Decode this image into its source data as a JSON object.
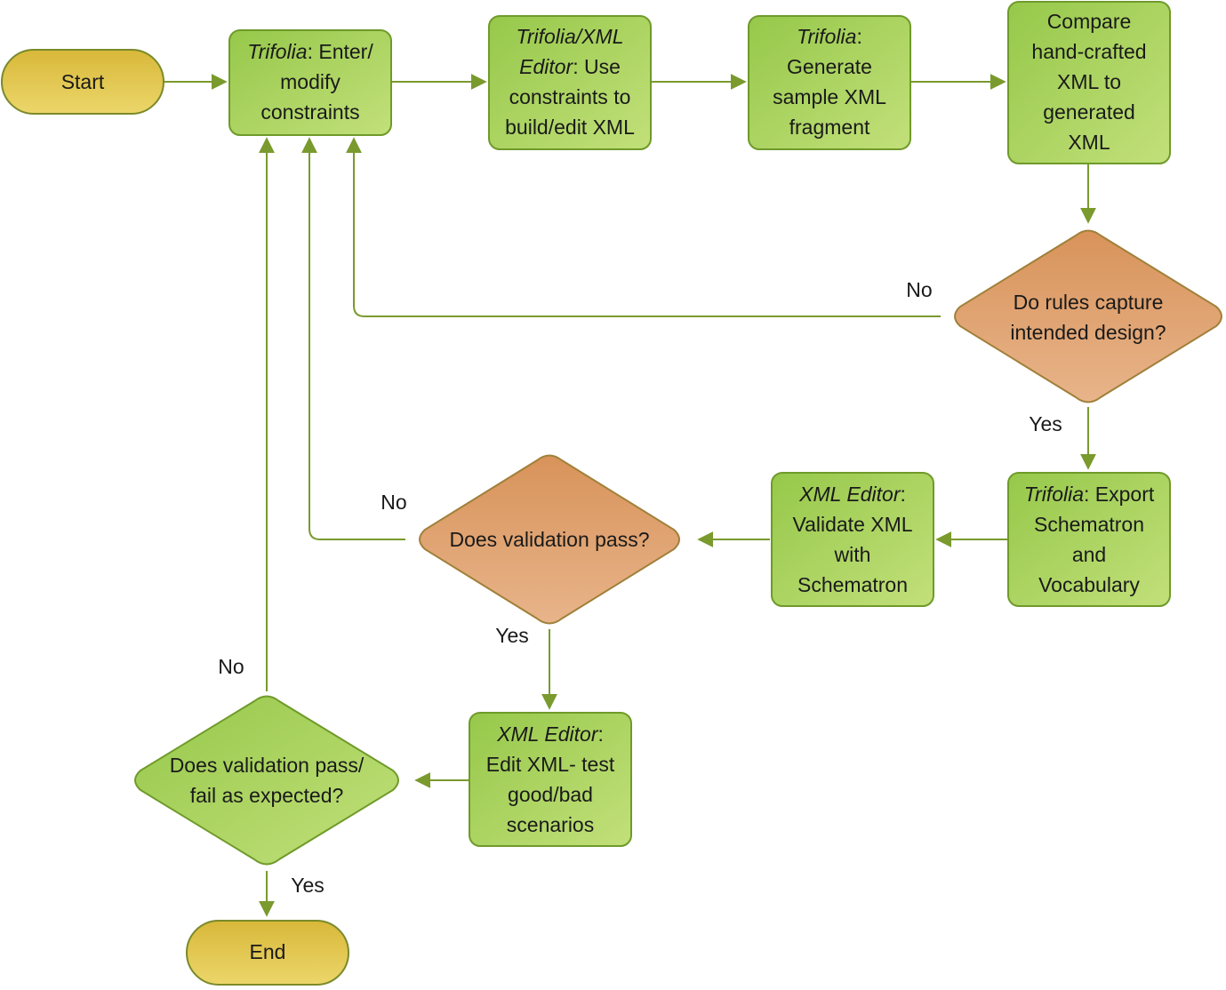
{
  "colors": {
    "process_fill": "#a6d05a",
    "process_stroke": "#6f9a2a",
    "terminal_fill": "#dcc03c",
    "decision_fill": "#dba06c",
    "connector": "#7a9a2e"
  },
  "nodes": {
    "start": {
      "label": "Start"
    },
    "enter_constraints": {
      "lines": [
        [
          {
            "t": "Trifolia",
            "i": true
          },
          {
            "t": ": Enter/",
            "i": false
          }
        ],
        [
          {
            "t": "modify",
            "i": false
          }
        ],
        [
          {
            "t": "constraints",
            "i": false
          }
        ]
      ]
    },
    "use_constraints": {
      "lines": [
        [
          {
            "t": "Trifolia/XML",
            "i": true
          }
        ],
        [
          {
            "t": "Editor",
            "i": true
          },
          {
            "t": ": Use",
            "i": false
          }
        ],
        [
          {
            "t": "constraints to",
            "i": false
          }
        ],
        [
          {
            "t": "build/edit XML",
            "i": false
          }
        ]
      ]
    },
    "generate_sample": {
      "lines": [
        [
          {
            "t": "Trifolia",
            "i": true
          },
          {
            "t": ":",
            "i": false
          }
        ],
        [
          {
            "t": "Generate",
            "i": false
          }
        ],
        [
          {
            "t": "sample XML",
            "i": false
          }
        ],
        [
          {
            "t": "fragment",
            "i": false
          }
        ]
      ]
    },
    "compare_xml": {
      "lines": [
        [
          {
            "t": "Compare",
            "i": false
          }
        ],
        [
          {
            "t": "hand-crafted",
            "i": false
          }
        ],
        [
          {
            "t": "XML to",
            "i": false
          }
        ],
        [
          {
            "t": "generated",
            "i": false
          }
        ],
        [
          {
            "t": "XML",
            "i": false
          }
        ]
      ]
    },
    "rules_decision": {
      "lines": [
        [
          {
            "t": "Do rules capture",
            "i": false
          }
        ],
        [
          {
            "t": "intended design?",
            "i": false
          }
        ]
      ]
    },
    "export_schematron": {
      "lines": [
        [
          {
            "t": "Trifolia",
            "i": true
          },
          {
            "t": ": Export",
            "i": false
          }
        ],
        [
          {
            "t": "Schematron",
            "i": false
          }
        ],
        [
          {
            "t": "and",
            "i": false
          }
        ],
        [
          {
            "t": "Vocabulary",
            "i": false
          }
        ]
      ]
    },
    "validate_xml": {
      "lines": [
        [
          {
            "t": "XML Editor",
            "i": true
          },
          {
            "t": ":",
            "i": false
          }
        ],
        [
          {
            "t": "Validate XML",
            "i": false
          }
        ],
        [
          {
            "t": "with",
            "i": false
          }
        ],
        [
          {
            "t": "Schematron",
            "i": false
          }
        ]
      ]
    },
    "validation_decision": {
      "lines": [
        [
          {
            "t": "Does validation pass?",
            "i": false
          }
        ]
      ]
    },
    "edit_xml": {
      "lines": [
        [
          {
            "t": "XML Editor",
            "i": true
          },
          {
            "t": ":",
            "i": false
          }
        ],
        [
          {
            "t": "Edit XML- test",
            "i": false
          }
        ],
        [
          {
            "t": "good/bad",
            "i": false
          }
        ],
        [
          {
            "t": "scenarios",
            "i": false
          }
        ]
      ]
    },
    "expected_decision": {
      "lines": [
        [
          {
            "t": "Does validation pass/",
            "i": false
          }
        ],
        [
          {
            "t": "fail as expected?",
            "i": false
          }
        ]
      ]
    },
    "end": {
      "label": "End"
    }
  },
  "edge_labels": {
    "rules_no": "No",
    "rules_yes": "Yes",
    "validation_no": "No",
    "validation_yes": "Yes",
    "expected_no": "No",
    "expected_yes": "Yes"
  }
}
